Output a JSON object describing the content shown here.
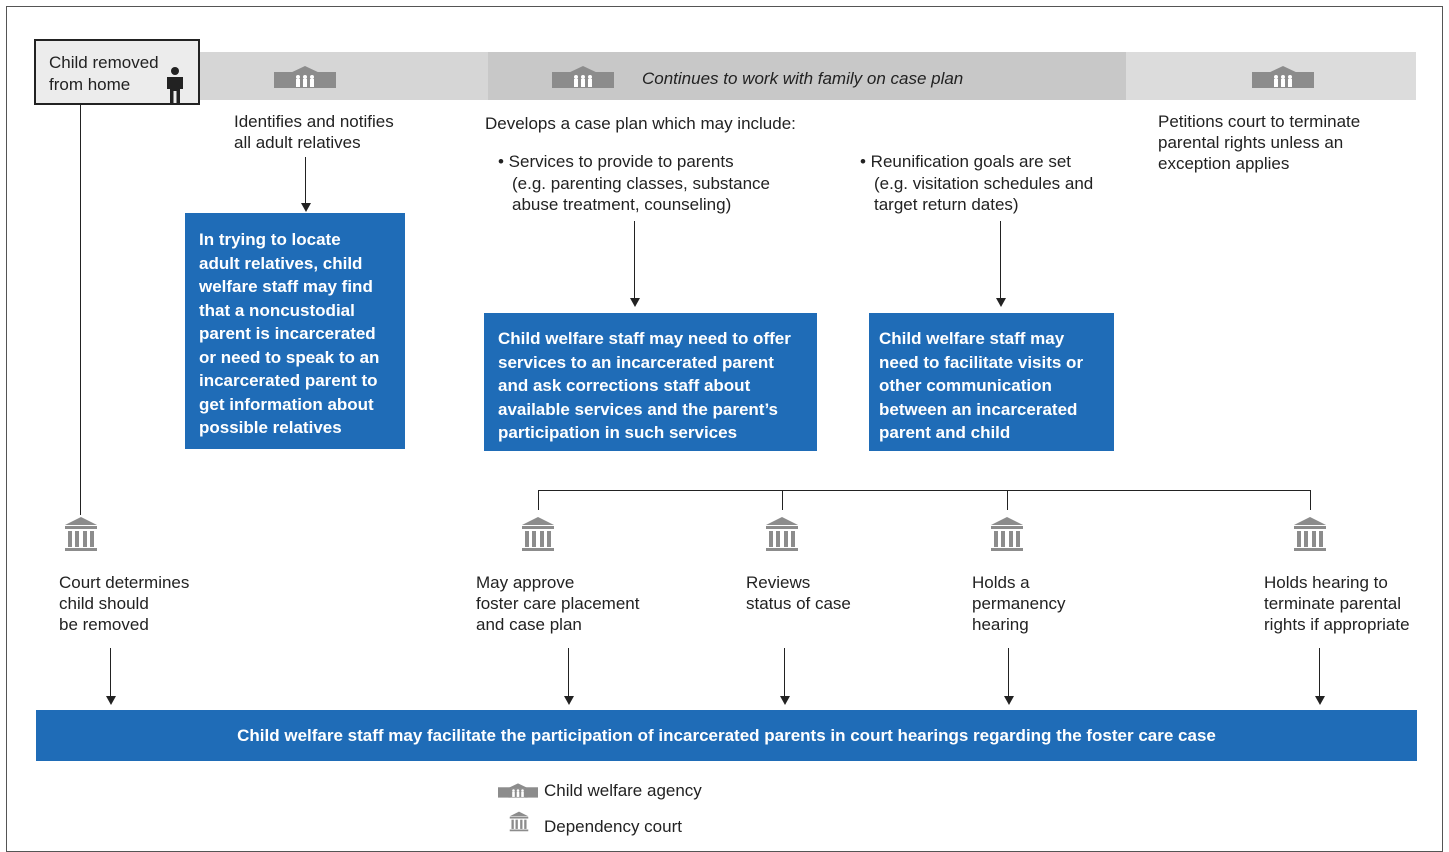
{
  "start_box": {
    "line1": "Child removed",
    "line2": "from home"
  },
  "banner": {
    "text": "Continues to work with family on case plan"
  },
  "agency_steps": {
    "notify": {
      "line1": "Identifies and notifies",
      "line2": "all adult relatives"
    },
    "case_plan_intro": "Develops a case plan which may include:",
    "services": {
      "line1": "• Services to provide to parents",
      "line2": "(e.g. parenting classes, substance",
      "line3": "abuse treatment, counseling)"
    },
    "reunification": {
      "line1": "• Reunification goals are set",
      "line2": "(e.g. visitation schedules and",
      "line3": "target return dates)"
    },
    "petition": {
      "line1": "Petitions court to terminate",
      "line2": "parental rights unless an",
      "line3": "exception applies"
    }
  },
  "blue_boxes": {
    "locate": [
      "In trying to locate",
      "adult relatives, child",
      "welfare staff may find",
      "that a noncustodial",
      "parent is incarcerated",
      "or need to speak to an",
      "incarcerated parent to",
      "get information about",
      "possible relatives"
    ],
    "services": [
      "Child welfare staff may need to offer",
      "services to an incarcerated parent",
      "and ask corrections staff about",
      "available services and the parent’s",
      "participation in such services"
    ],
    "visits": [
      "Child welfare staff may",
      "need to facilitate visits or",
      "other communication",
      "between an incarcerated",
      "parent and child"
    ],
    "bottom": "Child welfare staff may facilitate the participation of incarcerated parents in court hearings regarding the foster care case"
  },
  "court_steps": {
    "removal": [
      "Court determines",
      "child should",
      "be removed"
    ],
    "approve": [
      "May approve",
      "foster care placement",
      "and case plan"
    ],
    "review": [
      "Reviews",
      "status of case"
    ],
    "permanency": [
      "Holds a",
      "permanency",
      "hearing"
    ],
    "terminate": [
      "Holds hearing to",
      "terminate parental",
      "rights if appropriate"
    ]
  },
  "legend": {
    "agency": "Child welfare agency",
    "court": "Dependency court"
  },
  "colors": {
    "blue": "#1f6cb7",
    "gray_band": "#d6d6d6",
    "icon_gray": "#8c8c8c"
  }
}
